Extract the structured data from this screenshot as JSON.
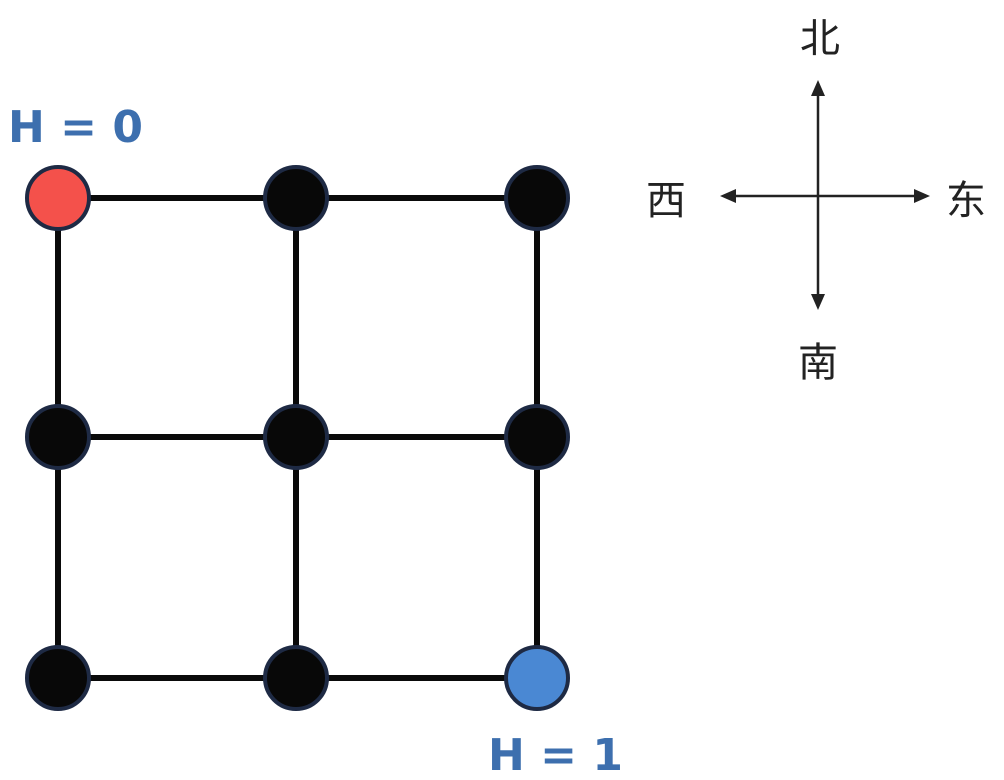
{
  "start_label": "H = 0",
  "goal_label": "H = 1",
  "compass": {
    "north": "北",
    "south": "南",
    "east": "东",
    "west": "西"
  },
  "colors": {
    "start_node": "#f4514b",
    "goal_node": "#4a88d3",
    "regular_node": "#080808",
    "node_outline": "#1e2a44",
    "edge": "#0a0a0a",
    "label_text": "#3d6fae"
  }
}
